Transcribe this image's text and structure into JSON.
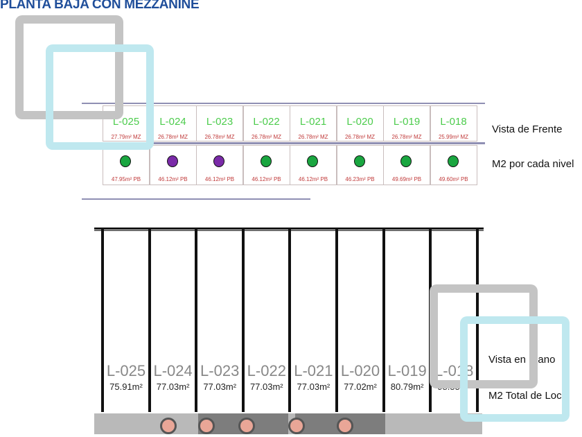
{
  "title": "PLANTA BAJA CON MEZZANINE",
  "front_view": {
    "label_view": "Vista de Frente",
    "label_m2": "M2 por cada nivel",
    "lots": [
      {
        "code": "L-025",
        "mz": "27.79m² MZ",
        "pb": "47.95m² PB",
        "dot_color": "#1aa640"
      },
      {
        "code": "L-024",
        "mz": "26.78m² MZ",
        "pb": "46.12m² PB",
        "dot_color": "#7a2aa8"
      },
      {
        "code": "L-023",
        "mz": "26.78m² MZ",
        "pb": "46.12m² PB",
        "dot_color": "#7a2aa8"
      },
      {
        "code": "L-022",
        "mz": "26.78m² MZ",
        "pb": "46.12m² PB",
        "dot_color": "#1aa640"
      },
      {
        "code": "L-021",
        "mz": "26.78m² MZ",
        "pb": "46.12m² PB",
        "dot_color": "#1aa640"
      },
      {
        "code": "L-020",
        "mz": "26.78m² MZ",
        "pb": "46.23m² PB",
        "dot_color": "#1aa640"
      },
      {
        "code": "L-019",
        "mz": "26.78m² MZ",
        "pb": "49.69m² PB",
        "dot_color": "#1aa640"
      },
      {
        "code": "L-018",
        "mz": "25.99m² MZ",
        "pb": "49.60m² PB",
        "dot_color": "#1aa640"
      }
    ]
  },
  "plan_view": {
    "label_view": "Vista en Plano",
    "label_m2": "M2 Total de Local",
    "lots": [
      {
        "code": "L-025",
        "area": "75.91m²"
      },
      {
        "code": "L-024",
        "area": "77.03m²"
      },
      {
        "code": "L-023",
        "area": "77.03m²"
      },
      {
        "code": "L-022",
        "area": "77.03m²"
      },
      {
        "code": "L-021",
        "area": "77.03m²"
      },
      {
        "code": "L-020",
        "area": "77.02m²"
      },
      {
        "code": "L-019",
        "area": "80.79m²"
      },
      {
        "code": "L-018",
        "area": "98.55m²"
      }
    ]
  }
}
